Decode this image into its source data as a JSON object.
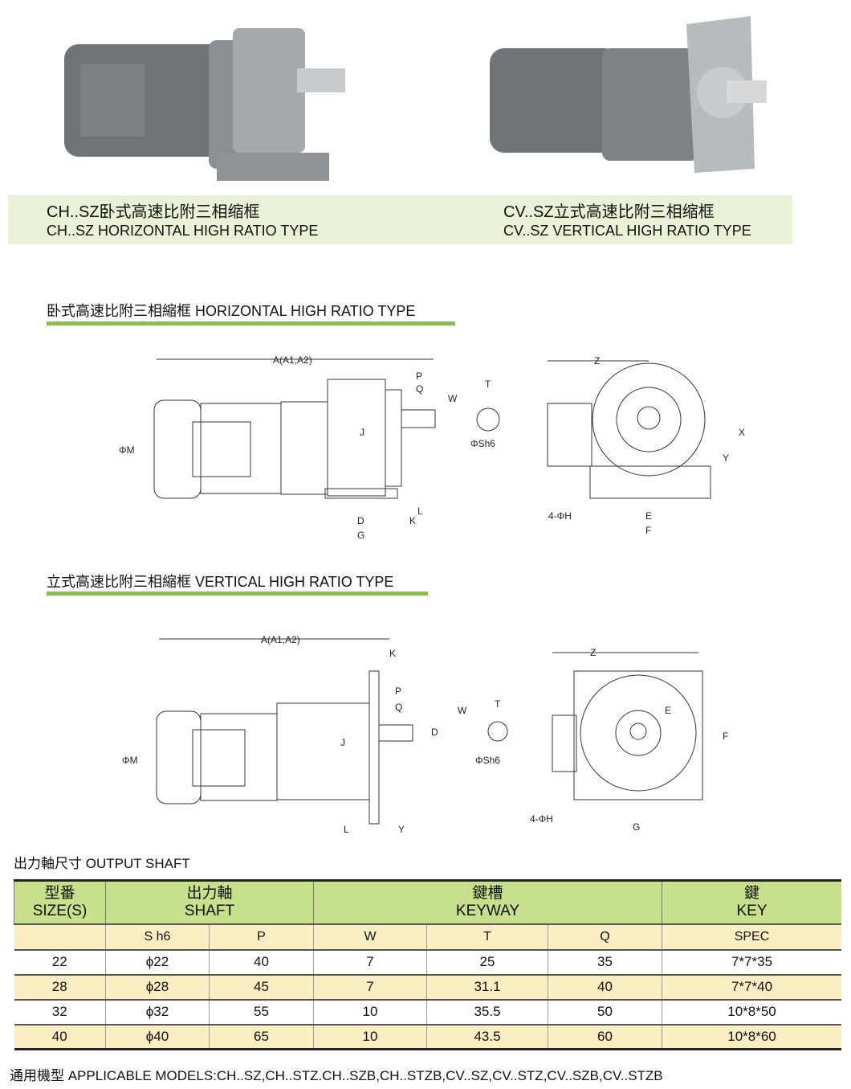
{
  "products": [
    {
      "title_cn": "CH..SZ卧式高速比附三相缩框",
      "title_en": "CH..SZ HORIZONTAL HIGH RATIO TYPE"
    },
    {
      "title_cn": "CV..SZ立式高速比附三相缩框",
      "title_en": "CV..SZ VERTICAL HIGH RATIO TYPE"
    }
  ],
  "sections": {
    "horizontal": "卧式高速比附三相縮框 HORIZONTAL HIGH RATIO TYPE",
    "vertical": "立式高速比附三相縮框 VERTICAL HIGH RATIO TYPE",
    "output_shaft": "出力軸尺寸 OUTPUT SHAFT"
  },
  "diagram_h": {
    "a": "A(A1,A2)",
    "p": "P",
    "q": "Q",
    "j": "J",
    "m": "ΦM",
    "d": "D",
    "g": "G",
    "k": "K",
    "l": "L",
    "w": "W",
    "t": "T",
    "sh6": "ΦSh6",
    "z": "Z",
    "x": "X",
    "y": "Y",
    "h": "4-ΦH",
    "e": "E",
    "f": "F"
  },
  "diagram_v": {
    "a": "A(A1,A2)",
    "k": "K",
    "p": "P",
    "q": "Q",
    "j": "J",
    "d": "D",
    "m": "ΦM",
    "l": "L",
    "y": "Y",
    "w": "W",
    "t": "T",
    "sh6": "ΦSh6",
    "z": "Z",
    "e": "E",
    "f": "F",
    "h": "4-ΦH",
    "g": "G"
  },
  "table": {
    "headers": [
      {
        "cn": "型番",
        "en": "SIZE(S)"
      },
      {
        "cn": "出力軸",
        "en": "SHAFT"
      },
      {
        "cn": "鍵槽",
        "en": "KEYWAY"
      },
      {
        "cn": "鍵",
        "en": "KEY"
      }
    ],
    "subheaders": [
      "",
      "S h6",
      "P",
      "W",
      "T",
      "Q",
      "SPEC"
    ],
    "rows": [
      [
        "22",
        "ϕ22",
        "40",
        "7",
        "25",
        "35",
        "7*7*35"
      ],
      [
        "28",
        "ϕ28",
        "45",
        "7",
        "31.1",
        "40",
        "7*7*40"
      ],
      [
        "32",
        "ϕ32",
        "55",
        "10",
        "35.5",
        "50",
        "10*8*50"
      ],
      [
        "40",
        "ϕ40",
        "65",
        "10",
        "43.5",
        "60",
        "10*8*60"
      ]
    ]
  },
  "footer": "通用機型 APPLICABLE MODELS:CH..SZ,CH..STZ.CH..SZB,CH..STZB,CV..SZ,CV..STZ,CV..SZB,CV..STZB"
}
